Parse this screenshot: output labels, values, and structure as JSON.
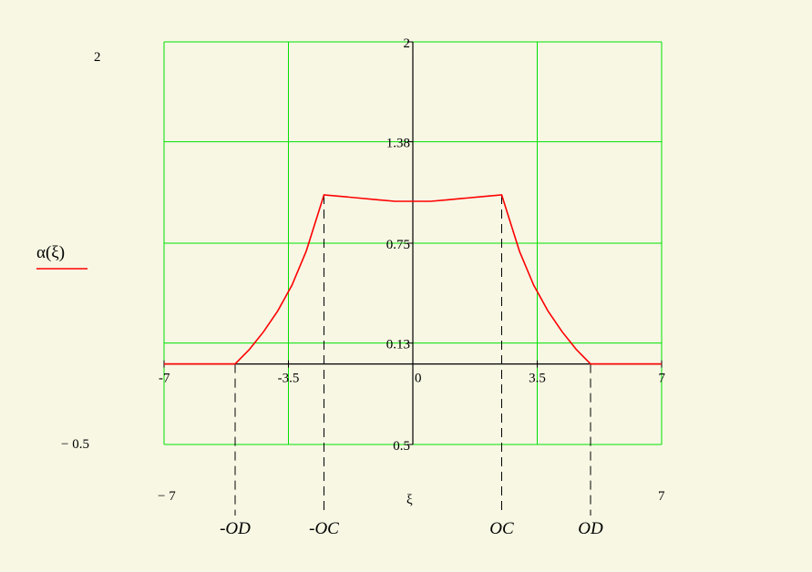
{
  "chart_data": {
    "type": "line",
    "colors": {
      "grid": "#00e000",
      "curve": "#ff0000",
      "axis": "#000000",
      "background": "#f7f7e4"
    },
    "xlim": [
      -7,
      7
    ],
    "ylim": [
      -0.5,
      2
    ],
    "grid": true,
    "x_ticks": [
      -7,
      -3.5,
      0,
      3.5,
      7
    ],
    "x_tick_labels": [
      "-7",
      "-3.5",
      "0",
      "3.5",
      "7"
    ],
    "y_ticks": [
      2,
      1.38,
      0.75,
      0.13,
      -0.5
    ],
    "y_tick_labels": [
      "2",
      "1.38",
      "0.75",
      "0.13",
      "0.5"
    ],
    "outer_labels": {
      "ymax": "2",
      "ymin": "− 0.5",
      "xmin": "− 7",
      "xmax": "7",
      "xlabel": "ξ",
      "ylabel": "α(ξ)"
    },
    "markers": [
      {
        "label": "-OD",
        "x": -5
      },
      {
        "label": "-OC",
        "x": -2.5
      },
      {
        "label": "OC",
        "x": 2.5
      },
      {
        "label": "OD",
        "x": 5
      }
    ],
    "series": [
      {
        "x": [
          -7,
          -5,
          -4.6,
          -4.2,
          -3.8,
          -3.4,
          -3.0,
          -2.5,
          -2.0,
          -1.5,
          -1.0,
          -0.5,
          0,
          0.5,
          1.0,
          1.5,
          2.0,
          2.5,
          3.0,
          3.4,
          3.8,
          4.2,
          4.6,
          5,
          7
        ],
        "y": [
          0.0,
          0.0,
          0.09,
          0.2,
          0.33,
          0.49,
          0.7,
          1.05,
          1.04,
          1.03,
          1.02,
          1.01,
          1.01,
          1.01,
          1.02,
          1.03,
          1.04,
          1.05,
          0.7,
          0.49,
          0.33,
          0.2,
          0.09,
          0.0,
          0.0
        ]
      }
    ]
  }
}
